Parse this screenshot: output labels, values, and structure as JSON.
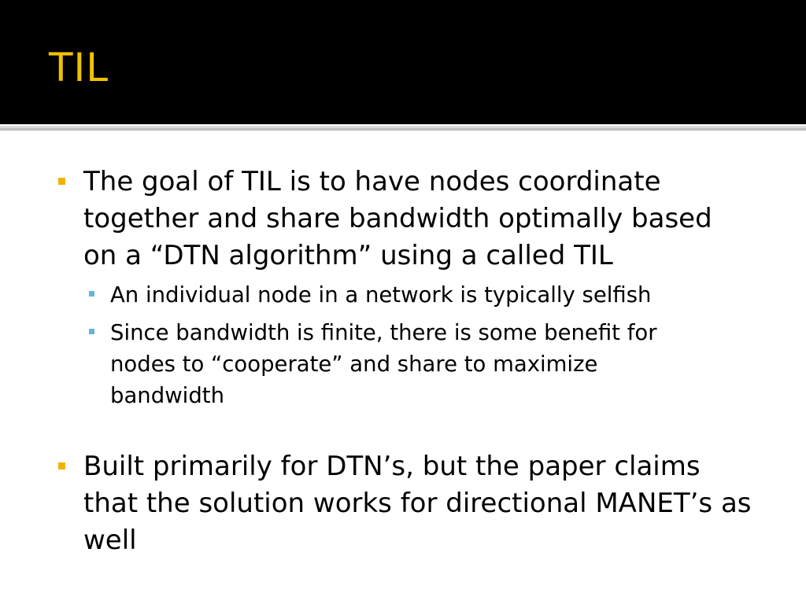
{
  "slide": {
    "title": "TIL",
    "title_color": "#f2c200",
    "header_bg": "#000000",
    "bullet_l1_color": "#f2b300",
    "bullet_l2_color": "#66b5d6",
    "bullets": [
      {
        "text": "The goal of TIL is to have nodes coordinate together and share bandwidth optimally based on a “DTN algorithm” using a called TIL",
        "sub": [
          {
            "text": "An individual node in a network is typically selfish"
          },
          {
            "text": "Since bandwidth is finite, there is some benefit for nodes to “cooperate” and share to maximize bandwidth"
          }
        ]
      },
      {
        "text": "Built primarily for DTN’s, but the paper claims that the solution works for directional MANET’s as well",
        "sub": []
      }
    ]
  }
}
